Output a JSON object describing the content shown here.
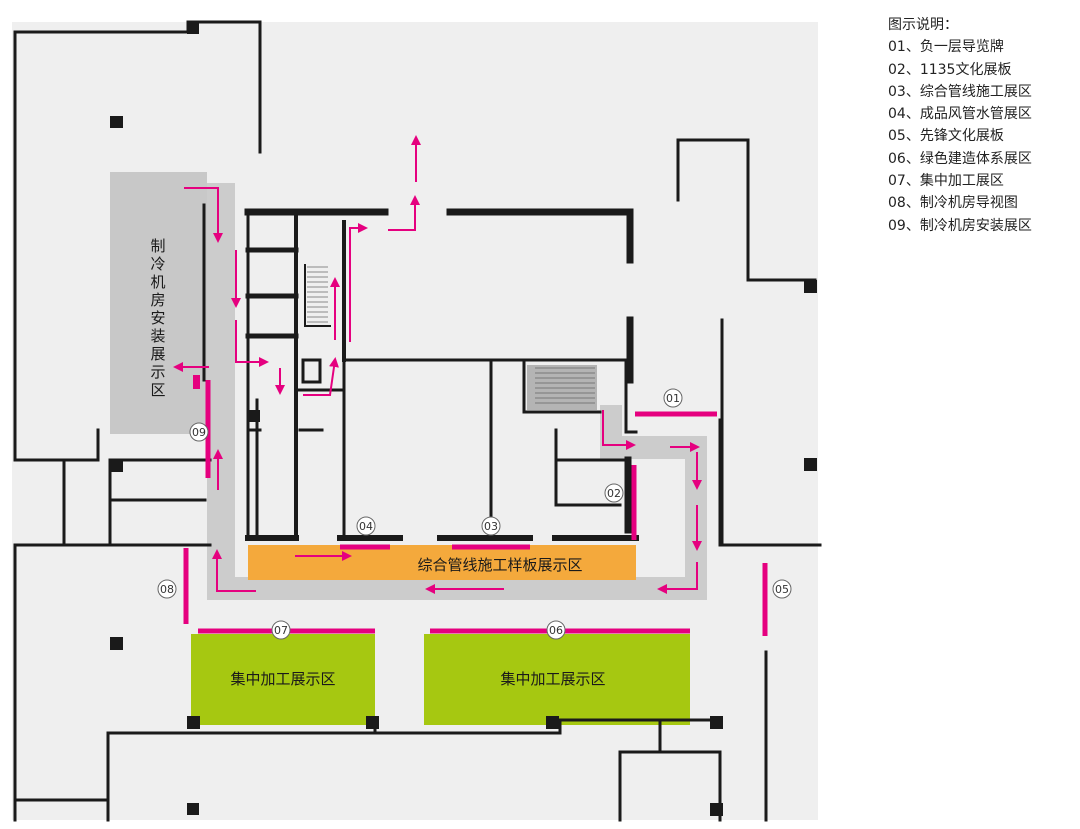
{
  "legend": {
    "title": "图示说明：",
    "items": [
      "01、负一层导览牌",
      "02、1135文化展板",
      "03、综合管线施工展区",
      "04、成品风管水管展区",
      "05、先锋文化展板",
      "06、绿色建造体系展区",
      "07、集中加工展区",
      "08、制冷机房导视图",
      "09、制冷机房安装展区"
    ]
  },
  "areas": {
    "pipeline": "综合管线施工样板展示区",
    "processing_left": "集中加工展示区",
    "processing_right": "集中加工展示区",
    "cooling": "制冷机房安装展示区"
  },
  "markers": [
    "01",
    "02",
    "03",
    "04",
    "05",
    "06",
    "07",
    "08",
    "09"
  ],
  "colors": {
    "floor": "#efefef",
    "walls": "#1a1a1a",
    "route": "#cccccc",
    "arrow": "#e5007f",
    "pipeline_area": "#f4a93c",
    "processing_area": "#a6c811",
    "cooling_area": "#c8c8c8"
  }
}
